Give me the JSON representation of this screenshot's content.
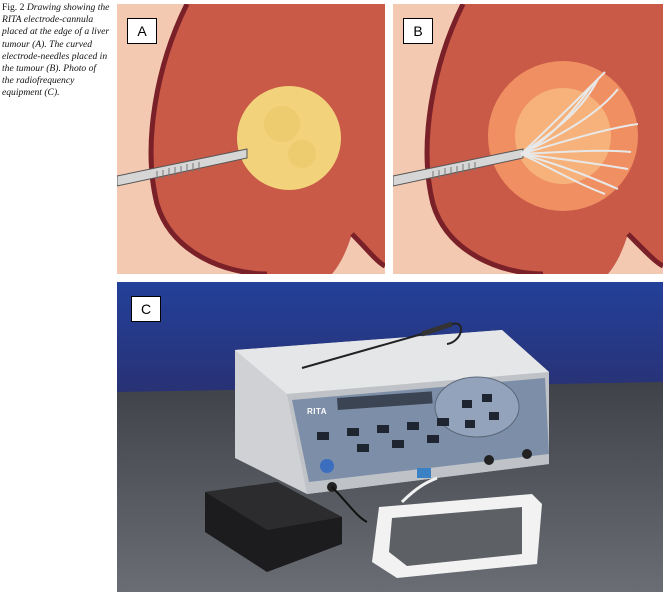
{
  "caption": {
    "fig_label": "Fig. 2",
    "text": "Drawing showing the RITA electrode-cannula placed at the edge of a liver tumour (A). The curved electrode-needles placed in the tumour (B). Photo of the radiofrequency equipment (C)."
  },
  "panels": [
    {
      "label": "A"
    },
    {
      "label": "B"
    },
    {
      "label": "C"
    }
  ],
  "device": {
    "brand": "RITA"
  },
  "colors": {
    "liver": "#c95a48",
    "liver_edge": "#7a2028",
    "tissue_light": "#f3c9b2",
    "tumour_a": "#f2d27a",
    "tumour_b_outer": "#f08f62",
    "tumour_b_inner": "#f6b27a",
    "photo_background": "#1f3a8c",
    "table": "#5d6166"
  }
}
